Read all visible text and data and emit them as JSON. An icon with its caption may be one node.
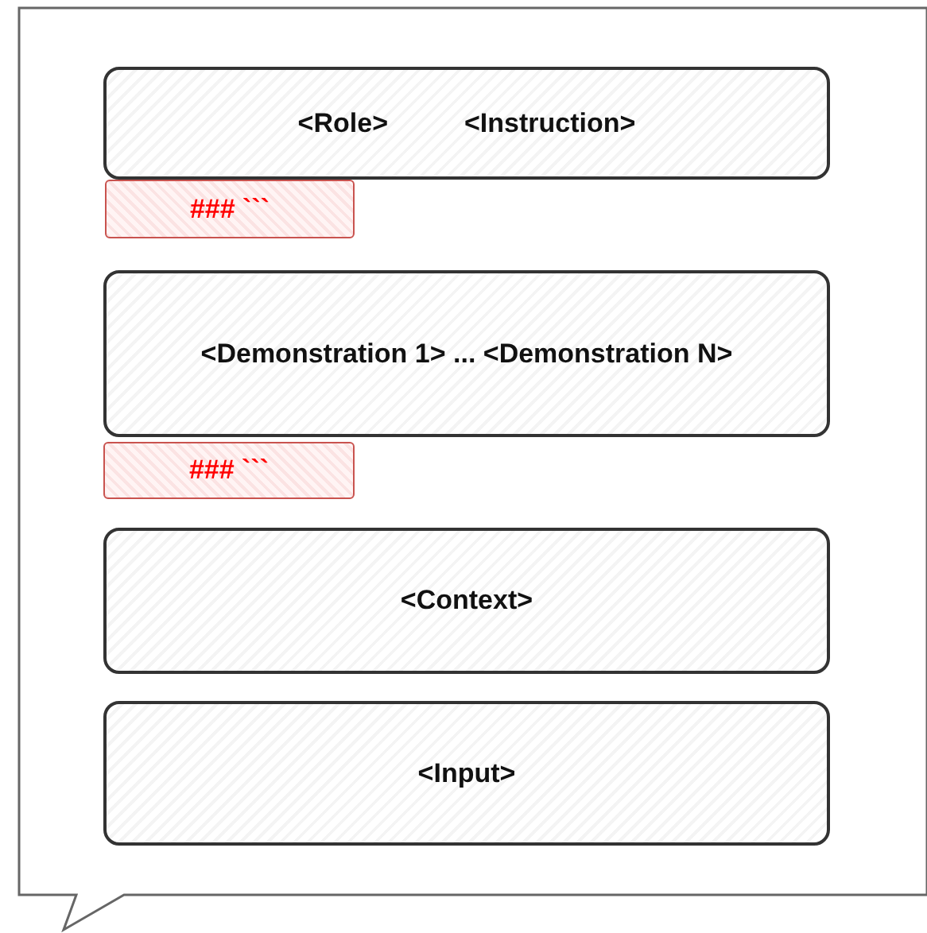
{
  "diagram": {
    "nodes": [
      {
        "text": [
          "<Role>",
          "<Instruction>"
        ]
      },
      {
        "text": [
          "### ```"
        ]
      },
      {
        "text": [
          "<Demonstration 1> ... <Demonstration N>"
        ]
      },
      {
        "text": [
          "### ```"
        ]
      },
      {
        "text": [
          "<Context>"
        ]
      },
      {
        "text": [
          "<Input>"
        ]
      }
    ]
  }
}
